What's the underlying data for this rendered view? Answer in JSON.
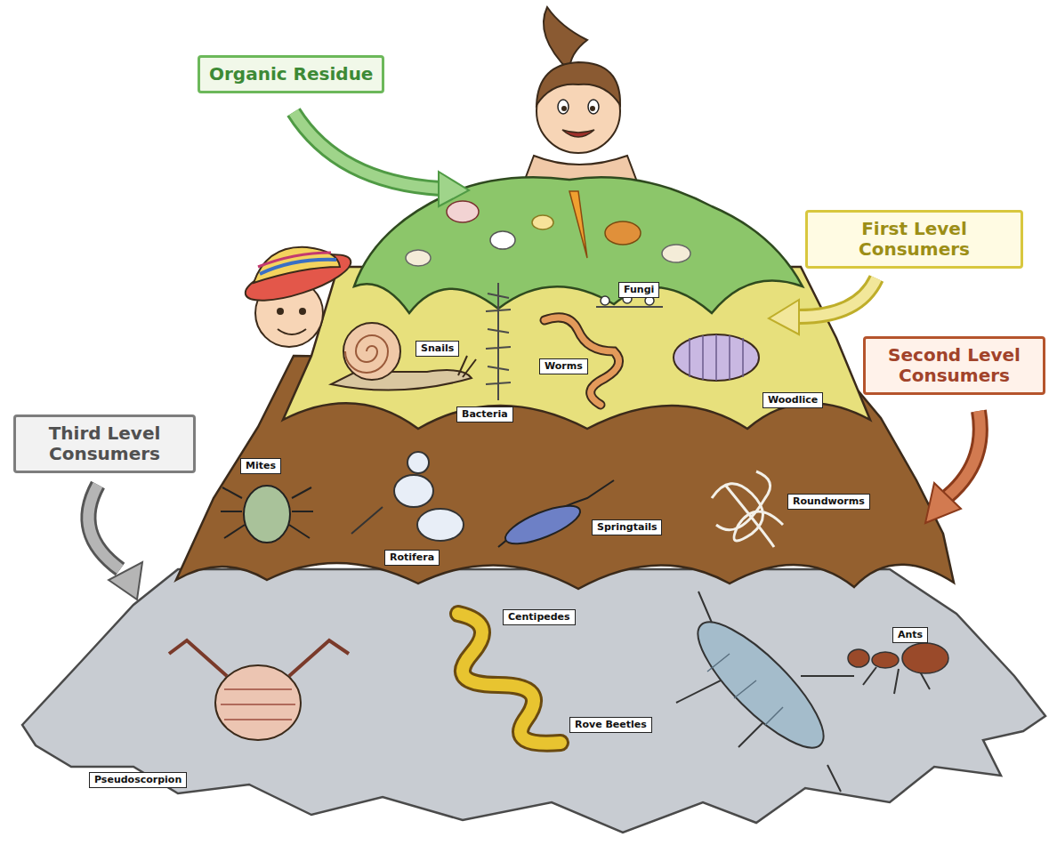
{
  "diagram": {
    "nodes": [
      {
        "text": [
          "Organic Residue"
        ]
      },
      {
        "text": [
          "First Level Consumers"
        ]
      },
      {
        "text": [
          "Snails"
        ]
      },
      {
        "text": [
          "Bacteria"
        ]
      },
      {
        "text": [
          "Worms"
        ]
      },
      {
        "text": [
          "Fungi"
        ]
      },
      {
        "text": [
          "Woodlice"
        ]
      },
      {
        "text": [
          "Second Level Consumers"
        ]
      },
      {
        "text": [
          "Mites"
        ]
      },
      {
        "text": [
          "Rotifera"
        ]
      },
      {
        "text": [
          "Springtails"
        ]
      },
      {
        "text": [
          "Roundworms"
        ]
      },
      {
        "text": [
          "Third Level Consumers"
        ]
      },
      {
        "text": [
          "Pseudoscorpion"
        ]
      },
      {
        "text": [
          "Centipedes"
        ]
      },
      {
        "text": [
          "Rove Beetles"
        ]
      },
      {
        "text": [
          "Ants"
        ]
      }
    ]
  }
}
